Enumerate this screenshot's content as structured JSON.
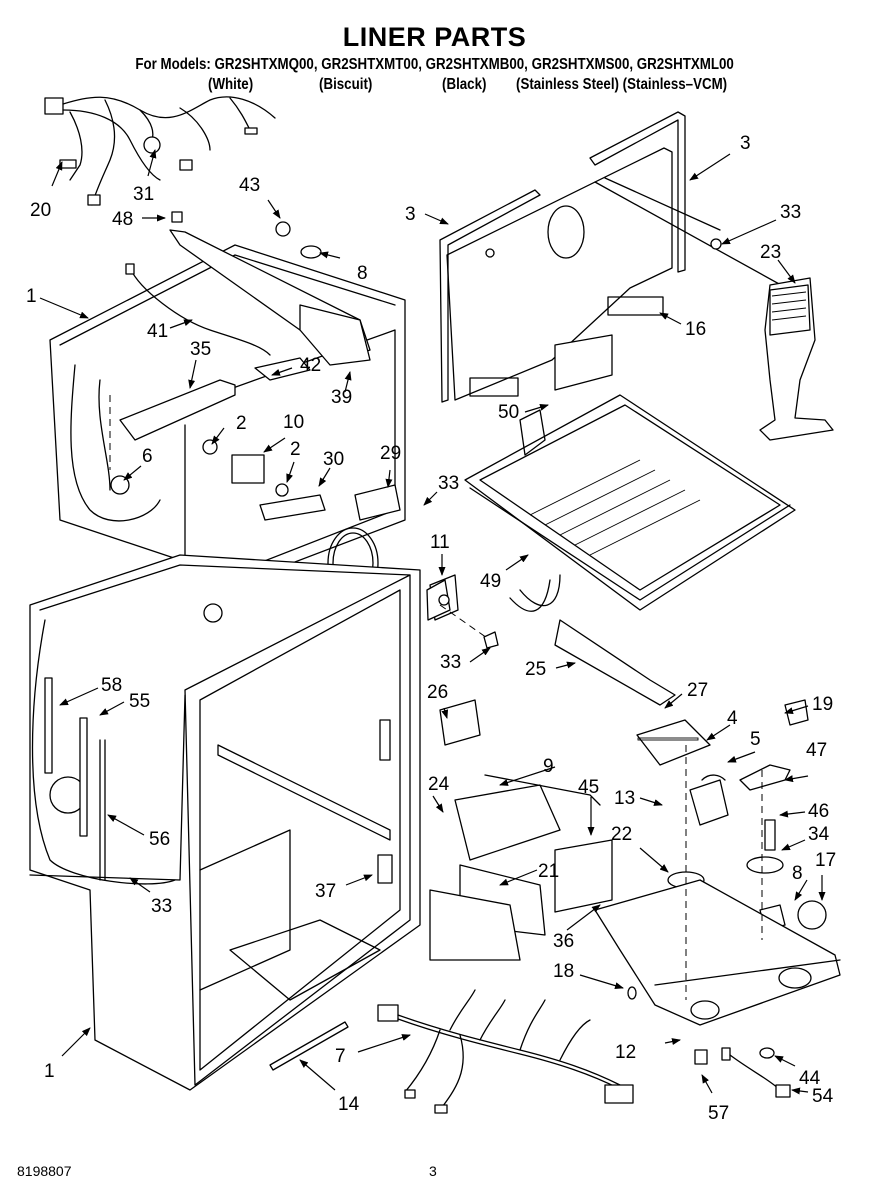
{
  "header": {
    "title": "LINER PARTS",
    "models_line": "For Models: GR2SHTXMQ00, GR2SHTXMT00, GR2SHTXMB00, GR2SHTXMS00, GR2SHTXML00",
    "colors": [
      "(White)",
      "(Biscuit)",
      "(Black)",
      "(Stainless Steel) (Stainless–VCM)"
    ]
  },
  "footer": {
    "document_number": "8198807",
    "page_number": "3"
  },
  "diagram": {
    "callouts": [
      {
        "id": "20",
        "label": "20"
      },
      {
        "id": "31",
        "label": "31"
      },
      {
        "id": "43",
        "label": "43"
      },
      {
        "id": "48",
        "label": "48"
      },
      {
        "id": "8a",
        "label": "8"
      },
      {
        "id": "1a",
        "label": "1"
      },
      {
        "id": "41",
        "label": "41"
      },
      {
        "id": "35",
        "label": "35"
      },
      {
        "id": "42",
        "label": "42"
      },
      {
        "id": "39",
        "label": "39"
      },
      {
        "id": "2a",
        "label": "2"
      },
      {
        "id": "10",
        "label": "10"
      },
      {
        "id": "6",
        "label": "6"
      },
      {
        "id": "2b",
        "label": "2"
      },
      {
        "id": "30",
        "label": "30"
      },
      {
        "id": "29",
        "label": "29"
      },
      {
        "id": "33a",
        "label": "33"
      },
      {
        "id": "3a",
        "label": "3"
      },
      {
        "id": "3b",
        "label": "3"
      },
      {
        "id": "33b",
        "label": "33"
      },
      {
        "id": "23",
        "label": "23"
      },
      {
        "id": "16",
        "label": "16"
      },
      {
        "id": "50",
        "label": "50"
      },
      {
        "id": "49",
        "label": "49"
      },
      {
        "id": "11",
        "label": "11"
      },
      {
        "id": "33c",
        "label": "33"
      },
      {
        "id": "25",
        "label": "25"
      },
      {
        "id": "26",
        "label": "26"
      },
      {
        "id": "27",
        "label": "27"
      },
      {
        "id": "4",
        "label": "4"
      },
      {
        "id": "19",
        "label": "19"
      },
      {
        "id": "5",
        "label": "5"
      },
      {
        "id": "47",
        "label": "47"
      },
      {
        "id": "9",
        "label": "9"
      },
      {
        "id": "45",
        "label": "45"
      },
      {
        "id": "13",
        "label": "13"
      },
      {
        "id": "24",
        "label": "24"
      },
      {
        "id": "46",
        "label": "46"
      },
      {
        "id": "22",
        "label": "22"
      },
      {
        "id": "34",
        "label": "34"
      },
      {
        "id": "17",
        "label": "17"
      },
      {
        "id": "8b",
        "label": "8"
      },
      {
        "id": "21",
        "label": "21"
      },
      {
        "id": "36",
        "label": "36"
      },
      {
        "id": "58",
        "label": "58"
      },
      {
        "id": "55",
        "label": "55"
      },
      {
        "id": "56",
        "label": "56"
      },
      {
        "id": "33d",
        "label": "33"
      },
      {
        "id": "37",
        "label": "37"
      },
      {
        "id": "18",
        "label": "18"
      },
      {
        "id": "12",
        "label": "12"
      },
      {
        "id": "44",
        "label": "44"
      },
      {
        "id": "54",
        "label": "54"
      },
      {
        "id": "57",
        "label": "57"
      },
      {
        "id": "7",
        "label": "7"
      },
      {
        "id": "14",
        "label": "14"
      },
      {
        "id": "1b",
        "label": "1"
      }
    ]
  }
}
